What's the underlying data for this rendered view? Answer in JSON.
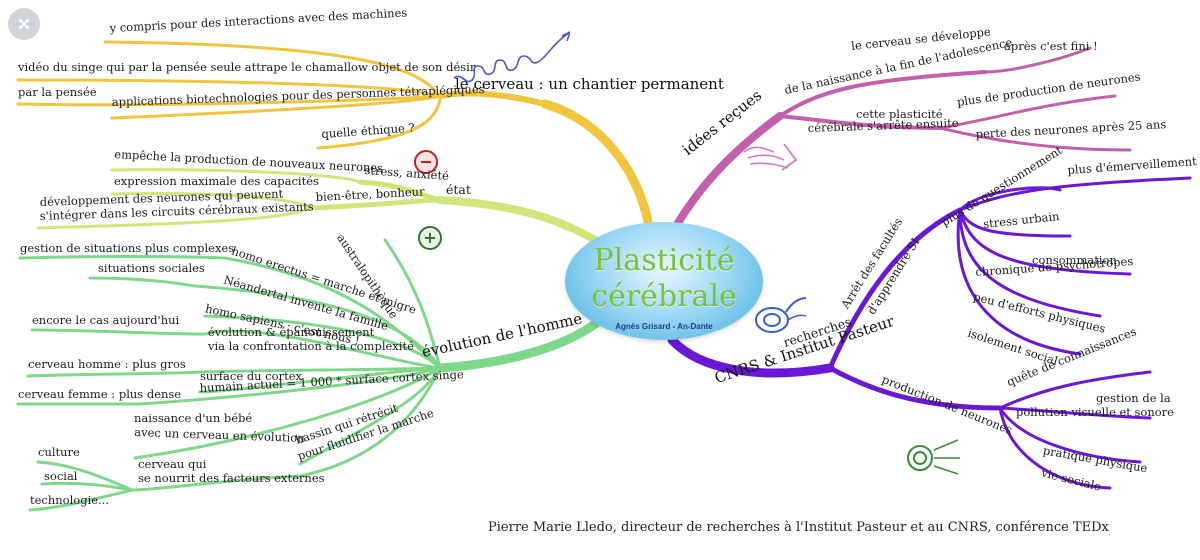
{
  "colors": {
    "yellow": "#f2c53f",
    "lime": "#cfe67b",
    "green": "#7fd88a",
    "purple": "#6a18d6",
    "pink": "#c260ad",
    "center_title": "#7bc23a"
  },
  "center": {
    "title_line1": "Plasticité",
    "title_line2": "cérébrale",
    "author": "Agnès Grisard - An-Dante"
  },
  "branches": {
    "cerveau": {
      "label": "le cerveau : un chantier permanent",
      "items": {
        "interactions": "y compris pour des interactions avec des machines",
        "video": "vidéo du singe qui par la pensée seule attrape le chamallow objet de son désir",
        "par_la_pensee": "par la pensée",
        "applications": "applications biotechnologies pour des personnes tétraplégiques",
        "ethique": "quelle éthique ?"
      }
    },
    "etat": {
      "label": "état",
      "items": {
        "stress": "stress, anxiété",
        "empeche": "empêche la production de nouveaux neurones",
        "bien_etre": "bien-être, bonheur",
        "expression": "expression maximale des capacités",
        "developpement_1": "développement des neurones qui peuvent",
        "developpement_2": "s'intégrer dans les circuits cérébraux existants"
      }
    },
    "evolution": {
      "label": "évolution de l'homme",
      "items": {
        "australopitheque": "australopithèque",
        "gestion": "gestion de situations plus complexes",
        "erectus": "homo erectus = marche et migre",
        "situations": "situations sociales",
        "neandertal": "Néandertal invente la famille",
        "sapiens": "homo sapiens : c'est nous !",
        "encore": "encore le cas aujourd'hui",
        "evol_1": "évolution & épanouissement",
        "evol_2": "via la confrontation à la complexité",
        "homme": "cerveau homme : plus gros",
        "surface_1": "surface du cortex",
        "surface_2": "humain actuel = 1 000 * surface cortex singe",
        "femme": "cerveau femme : plus dense",
        "bebe_1": "naissance d'un bébé",
        "bebe_2": "avec un cerveau en évolution",
        "bassin_1": "bassin qui rétrécit",
        "bassin_2": "pour fluidifier la marche",
        "culture": "culture",
        "social": "social",
        "techno": "technologie...",
        "nourrit_1": "cerveau qui",
        "nourrit_2": "se nourrit des facteurs externes"
      }
    },
    "idees": {
      "label": "idées reçues",
      "items": {
        "developpe_1": "le cerveau se développe",
        "developpe_2": "de la naissance à la fin de l'adolescence",
        "fini": "après c'est fini !",
        "cette_1": "cette plasticité",
        "cette_2": "cérébrale s'arrête ensuite",
        "production": "plus de production de neurones",
        "perte": "perte des neurones après 25 ans"
      }
    },
    "cnrs": {
      "label": "CNRS & Institut Pasteur",
      "label_2": "recherches",
      "items": {
        "arret_1": "Arrêt des facultés",
        "arret_2": "d'apprendre SI",
        "questionnement": "plus de questionnement",
        "emerveillement": "plus d'émerveillement",
        "stress_urbain": "stress urbain",
        "conso_1": "consommation",
        "conso_2": "chronique de psychotropes",
        "efforts": "peu d'efforts physiques",
        "isolement": "isolement social",
        "production": "production de neurones",
        "quete": "quête de connaissances",
        "pollution_1": "gestion de la",
        "pollution_2": "pollution visuelle et sonore",
        "pratique": "pratique physique",
        "vie": "vie sociale"
      }
    }
  },
  "caption": "Pierre Marie Lledo, directeur de recherches à l'Institut Pasteur et au CNRS, conférence TEDx"
}
